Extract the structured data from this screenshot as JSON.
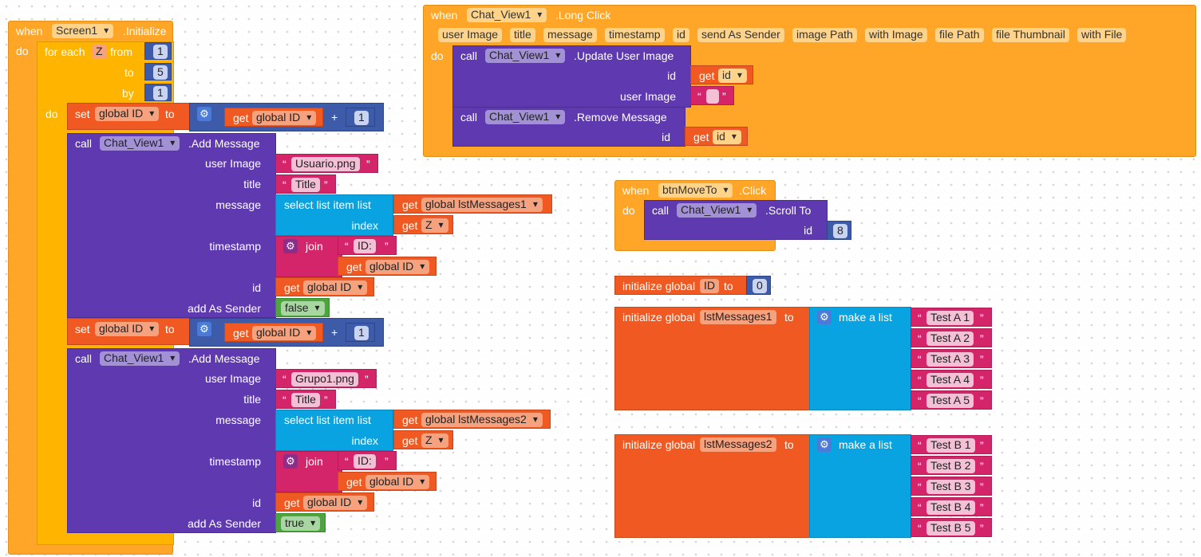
{
  "screen_init": {
    "when": "when",
    "component": "Screen1",
    "event": ".Initialize",
    "do": "do",
    "for_each": "for each",
    "var": "Z",
    "from": "from",
    "from_val": "1",
    "to": "to",
    "to_val": "5",
    "by": "by",
    "by_val": "1",
    "loop_do": "do",
    "set1": {
      "set": "set",
      "var": "global ID",
      "to": "to",
      "get": "get",
      "get_var": "global ID",
      "op": "+",
      "num": "1"
    },
    "call1": {
      "call": "call",
      "component": "Chat_View1",
      "method": ".Add Message",
      "labels": {
        "user_image": "user Image",
        "title": "title",
        "message": "message",
        "index": "index",
        "timestamp": "timestamp",
        "id": "id",
        "add_as_sender": "add As Sender"
      },
      "user_image_val": "Usuario.png",
      "title_val": "Title",
      "select_list": "select list item  list",
      "get": "get",
      "list_var": "global lstMessages1",
      "index_var": "Z",
      "join": "join",
      "id_str": "ID:",
      "ts_get_var": "global ID",
      "id_get_var": "global ID",
      "sender": "false"
    },
    "set2": {
      "set": "set",
      "var": "global ID",
      "to": "to",
      "get": "get",
      "get_var": "global ID",
      "op": "+",
      "num": "1"
    },
    "call2": {
      "call": "call",
      "component": "Chat_View1",
      "method": ".Add Message",
      "labels": {
        "user_image": "user Image",
        "title": "title",
        "message": "message",
        "index": "index",
        "timestamp": "timestamp",
        "id": "id",
        "add_as_sender": "add As Sender"
      },
      "user_image_val": "Grupo1.png",
      "title_val": "Title",
      "select_list": "select list item  list",
      "get": "get",
      "list_var": "global lstMessages2",
      "index_var": "Z",
      "join": "join",
      "id_str": "ID:",
      "ts_get_var": "global ID",
      "id_get_var": "global ID",
      "sender": "true"
    }
  },
  "long_click": {
    "when": "when",
    "component": "Chat_View1",
    "event": ".Long Click",
    "params": [
      "user Image",
      "title",
      "message",
      "timestamp",
      "id",
      "send As Sender",
      "image Path",
      "with Image",
      "file Path",
      "file Thumbnail",
      "with File"
    ],
    "do": "do",
    "update": {
      "call": "call",
      "component": "Chat_View1",
      "method": ".Update User Image",
      "id_label": "id",
      "get": "get",
      "id_var": "id",
      "ui_label": "user Image",
      "ui_val": ""
    },
    "remove": {
      "call": "call",
      "component": "Chat_View1",
      "method": ".Remove Message",
      "id_label": "id",
      "get": "get",
      "id_var": "id"
    }
  },
  "btn_move": {
    "when": "when",
    "component": "btnMoveTo",
    "event": ".Click",
    "do": "do",
    "call": "call",
    "call_component": "Chat_View1",
    "method": ".Scroll To",
    "id_label": "id",
    "id_val": "8"
  },
  "init_id": {
    "init": "initialize global",
    "var": "ID",
    "to": "to",
    "val": "0"
  },
  "init_list1": {
    "init": "initialize global",
    "var": "lstMessages1",
    "to": "to",
    "make": "make a list",
    "items": [
      "Test A 1",
      "Test A 2",
      "Test A 3",
      "Test A 4",
      "Test A 5"
    ]
  },
  "init_list2": {
    "init": "initialize global",
    "var": "lstMessages2",
    "to": "to",
    "make": "make a list",
    "items": [
      "Test B 1",
      "Test B 2",
      "Test B 3",
      "Test B 4",
      "Test B 5"
    ]
  },
  "colors": {
    "event": "#ffa629",
    "control": "#ffb400",
    "call": "#5f39b0",
    "variable": "#f05a22",
    "list": "#0aa3e2",
    "text": "#d4256b",
    "logic": "#4da63d",
    "math": "#3e5ba9"
  }
}
